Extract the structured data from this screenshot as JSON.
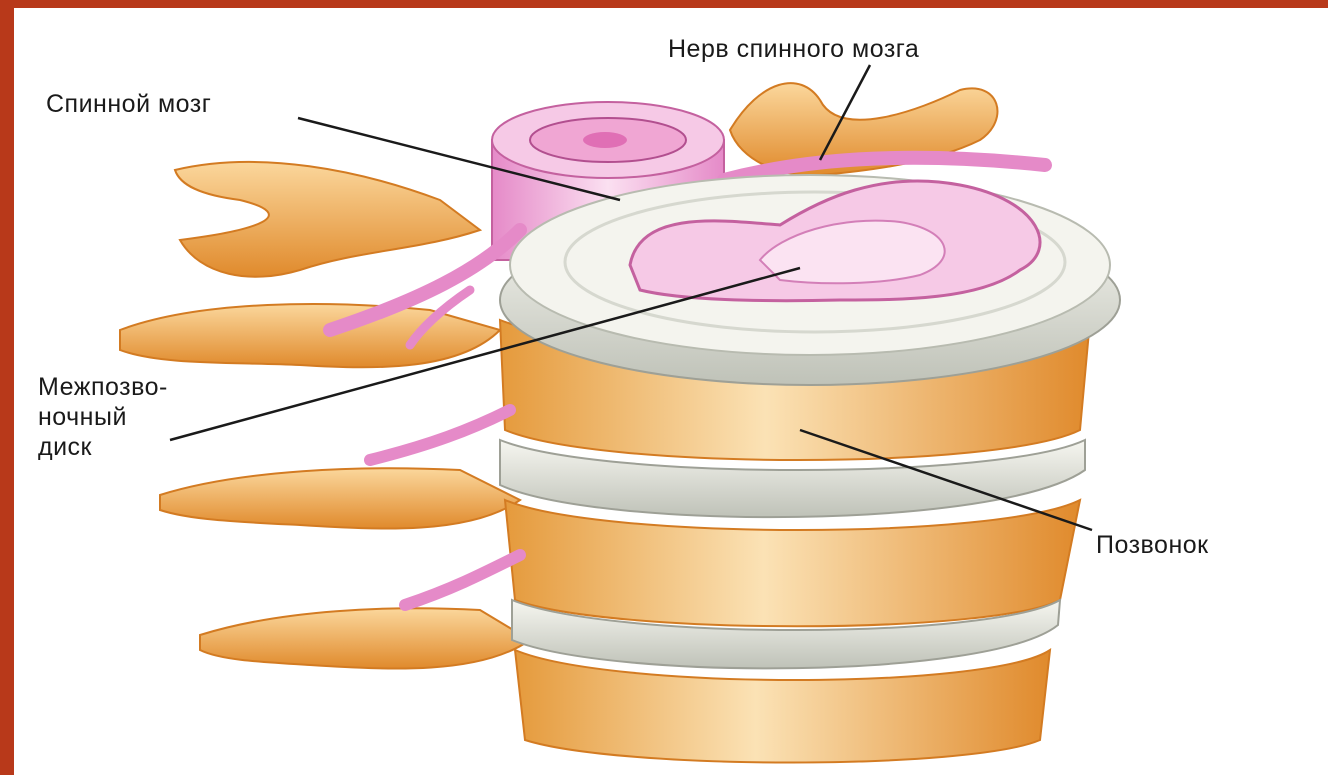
{
  "labels": {
    "spinal_cord": "Спинной мозг",
    "spinal_nerve": "Нерв спинного мозга",
    "disc_line1": "Межпозво-",
    "disc_line2": "ночный",
    "disc_line3": "диск",
    "vertebra": "Позвонок"
  },
  "colors": {
    "border": "#b8391a",
    "bone": "#f3c27a",
    "bone_dark": "#e08a2c",
    "bone_light": "#fde8c0",
    "disc": "#e8e8e0",
    "nerve": "#e58ac8",
    "nerve_light": "#f6c9e6",
    "line": "#1a1a1a"
  }
}
